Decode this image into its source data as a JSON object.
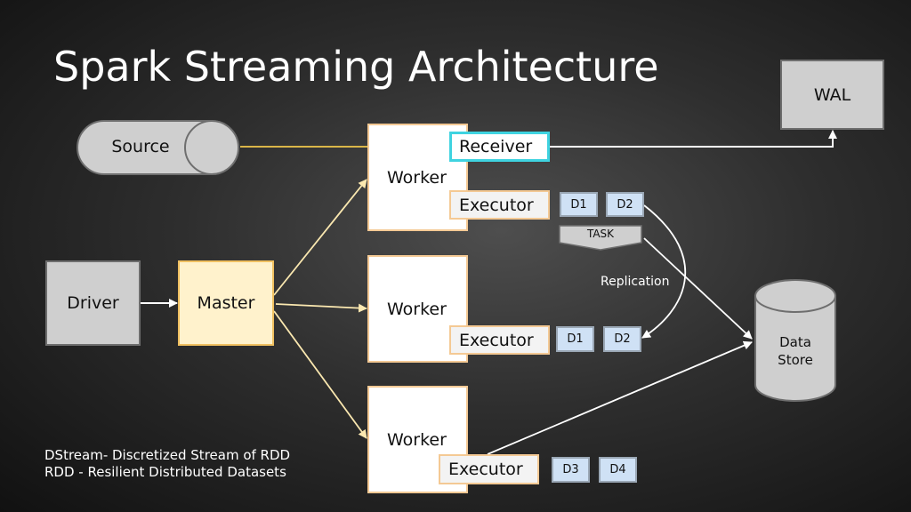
{
  "title": "Spark Streaming Architecture",
  "wal": {
    "label": "WAL"
  },
  "source": {
    "label": "Source"
  },
  "driver": {
    "label": "Driver"
  },
  "master": {
    "label": "Master"
  },
  "workers": [
    {
      "label": "Worker"
    },
    {
      "label": "Worker"
    },
    {
      "label": "Worker"
    }
  ],
  "receiver": {
    "label": "Receiver"
  },
  "executors": [
    {
      "label": "Executor"
    },
    {
      "label": "Executor"
    },
    {
      "label": "Executor"
    }
  ],
  "data_chips": {
    "row1": [
      "D1",
      "D2"
    ],
    "row2": [
      "D1",
      "D2"
    ],
    "row3": [
      "D3",
      "D4"
    ]
  },
  "task": {
    "label": "TASK"
  },
  "replication": {
    "label": "Replication"
  },
  "datastore": {
    "line1": "Data",
    "line2": "Store"
  },
  "notes": [
    "DStream- Discretized Stream of RDD",
    "RDD - Resilient Distributed Datasets"
  ],
  "colors": {
    "background": "#2e2e2e",
    "gray_box": "#cfcfcf",
    "master_fill": "#fff2cc",
    "worker_border": "#f4c994",
    "receiver_border": "#3fd3e0",
    "chip_fill": "#cfe1f5",
    "arrow_source": "#f2c84b",
    "arrow_master": "#fbe8b0",
    "arrow_white": "#ffffff"
  }
}
